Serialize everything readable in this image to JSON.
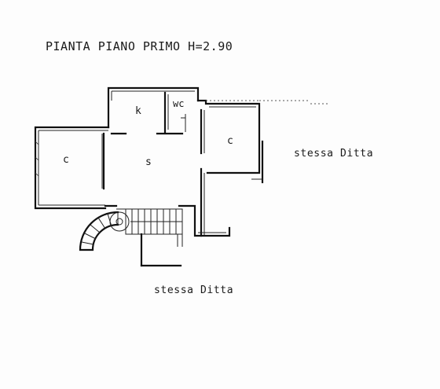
{
  "plan": {
    "title": "PIANTA PIANO PRIMO H=2.90",
    "neighbors": {
      "right": "stessa Ditta",
      "bottom": "stessa Ditta"
    },
    "rooms": {
      "k": "k",
      "wc": "wc",
      "c_right": "c",
      "c_left": "c",
      "s": "s"
    }
  }
}
